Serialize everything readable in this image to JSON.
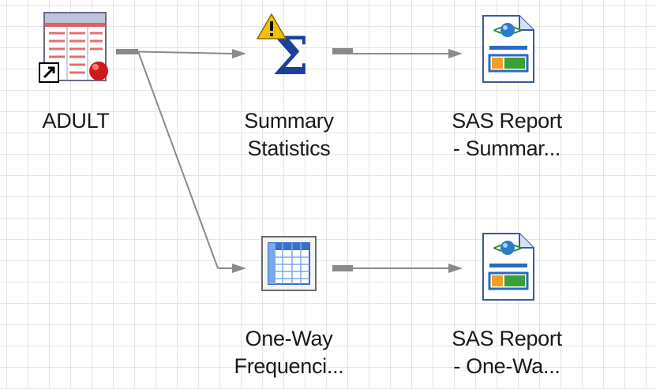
{
  "process_flow": {
    "nodes": [
      {
        "id": "adult",
        "label_line1": "ADULT",
        "label_line2": "",
        "icon": "dataset-table-icon"
      },
      {
        "id": "summary_statistics",
        "label_line1": "Summary",
        "label_line2": "Statistics",
        "icon": "sigma-icon",
        "status": "warning-icon"
      },
      {
        "id": "sas_report_summary",
        "label_line1": "SAS Report",
        "label_line2": "- Summar...",
        "icon": "sas-report-icon"
      },
      {
        "id": "one_way_frequencies",
        "label_line1": "One-Way",
        "label_line2": "Frequenci...",
        "icon": "grid-table-icon"
      },
      {
        "id": "sas_report_one_way",
        "label_line1": "SAS Report",
        "label_line2": "- One-Wa...",
        "icon": "sas-report-icon"
      }
    ],
    "links": [
      {
        "from": "adult",
        "to": "summary_statistics"
      },
      {
        "from": "adult",
        "to": "one_way_frequencies"
      },
      {
        "from": "summary_statistics",
        "to": "sas_report_summary"
      },
      {
        "from": "one_way_frequencies",
        "to": "sas_report_one_way"
      }
    ],
    "colors": {
      "connector": "#8a8a8a",
      "sigma": "#1a3f9e",
      "warning": "#f2c200",
      "grid_line": "#e4e4e4"
    }
  }
}
